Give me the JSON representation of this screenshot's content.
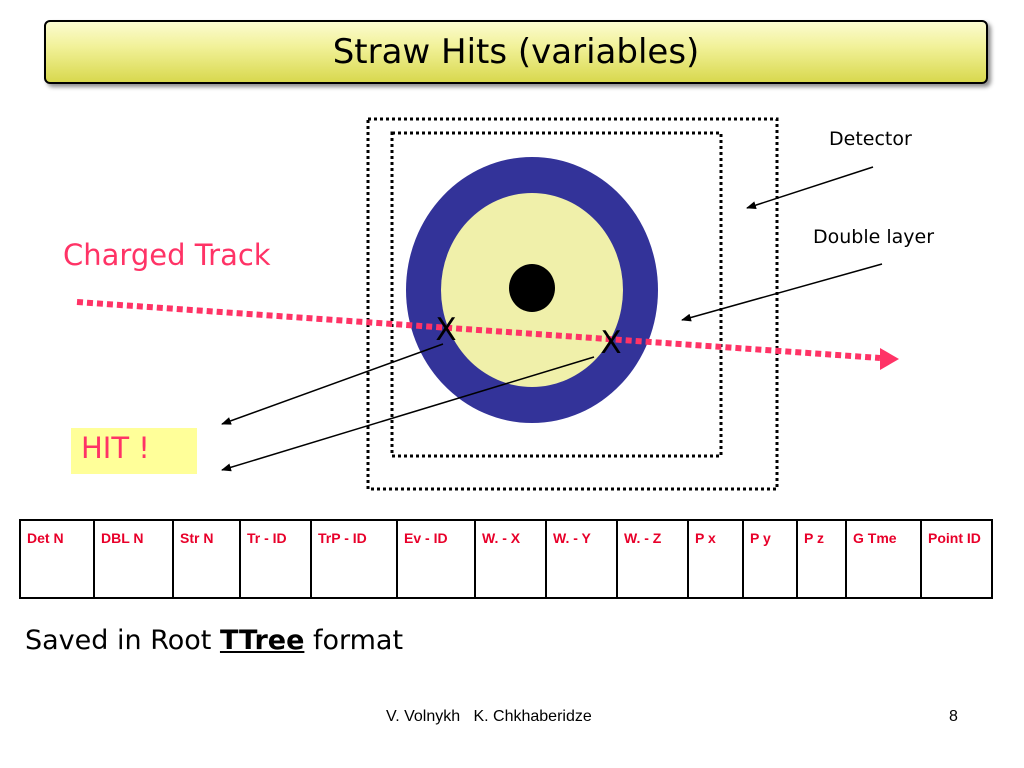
{
  "slide": {
    "title": "Straw Hits (variables)",
    "labels": {
      "detector": "Detector",
      "double_layer": "Double layer",
      "charged_track": "Charged Track",
      "hit": "HIT !"
    },
    "hit_marker": "X",
    "table": {
      "headers": [
        "Det N",
        "DBL N",
        "Str N",
        "Tr - ID",
        "TrP - ID",
        "Ev - ID",
        "W. - X",
        "W. - Y",
        "W. - Z",
        "P x",
        "P y",
        "P z",
        "G Tme",
        "Point ID"
      ]
    },
    "saved": {
      "prefix": "Saved in Root ",
      "emphasis": "TTree",
      "suffix": " format"
    },
    "footer": {
      "authors": "V. Volnykh   K. Chkhaberidze",
      "page_number": "8"
    },
    "colors": {
      "track": "#ff3366",
      "outer_ring": "#333399",
      "inner_fill": "#f0f0aa",
      "table_text": "#e8002a",
      "hit_background": "#ffff99"
    }
  }
}
